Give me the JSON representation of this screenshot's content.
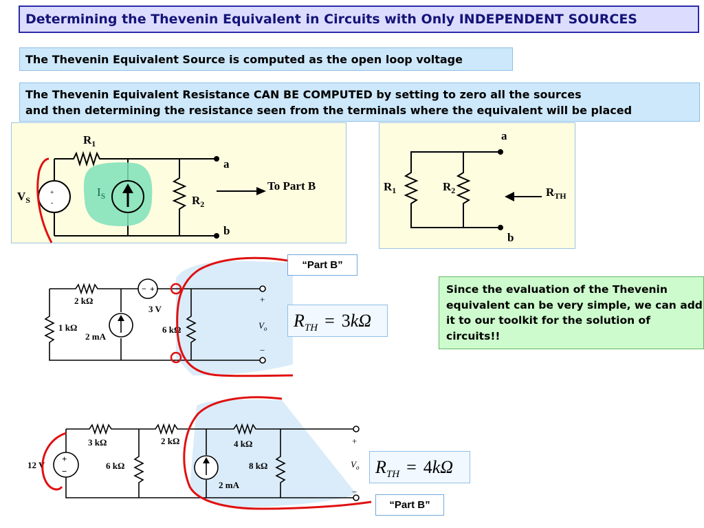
{
  "slide": {
    "title": "Determining the Thevenin Equivalent in Circuits with Only INDEPENDENT SOURCES",
    "source_note": "The Thevenin Equivalent Source is computed as the open loop voltage",
    "resistance_note_line1": "The Thevenin Equivalent Resistance CAN BE COMPUTED by setting to zero all the sources",
    "resistance_note_line2": "and then determining the resistance seen from the terminals where the equivalent will be placed",
    "toolkit_note": "Since the evaluation of the Thevenin equivalent can be very simple, we can add it to our toolkit for the solution of circuits!!"
  },
  "diagram1": {
    "r1_main": "R",
    "r1_sub": "1",
    "vs_main": "V",
    "vs_sub": "S",
    "plus": "+",
    "minus": "-",
    "is_main": "I",
    "is_sub": "S",
    "r2_main": "R",
    "r2_sub": "2",
    "node_a": "a",
    "node_b": "b",
    "arrow_label": "To Part B"
  },
  "diagram2": {
    "node_a": "a",
    "node_b": "b",
    "r1_main": "R",
    "r1_sub": "1",
    "r2_main": "R",
    "r2_sub": "2",
    "rth_main": "R",
    "rth_sub": "TH"
  },
  "example1": {
    "tag": "“Part B”",
    "r_2k": "2 kΩ",
    "src_3v": "3 V",
    "r_1k": "1 kΩ",
    "i_2ma": "2 mA",
    "r_6k": "6 kΩ",
    "plus": "+",
    "minus": "−",
    "vo_main": "V",
    "vo_sub": "o",
    "result": {
      "lhs": "R",
      "sub": "TH",
      "eq": "=",
      "num": "3",
      "unit": "kΩ"
    }
  },
  "example2": {
    "tag": "“Part B”",
    "src_12v": "12 V",
    "r_3k": "3 kΩ",
    "r_2k": "2 kΩ",
    "r_6k": "6 kΩ",
    "r_4k": "4 kΩ",
    "r_8k": "8 kΩ",
    "i_2ma": "2 mA",
    "plus": "+",
    "minus": "−",
    "vo_main": "V",
    "vo_sub": "o",
    "result": {
      "lhs": "R",
      "sub": "TH",
      "eq": "=",
      "num": "4",
      "unit": "kΩ"
    }
  },
  "colors": {
    "title_bg": "#dcdcff",
    "title_text": "#141478",
    "info_bg": "#cde8fa",
    "note_bg": "#cdfbcd",
    "panel_bg": "#fffde0",
    "highlight_red": "#e01010",
    "source_green": "#7ee0b8",
    "shade_blue": "#d6eafa"
  }
}
